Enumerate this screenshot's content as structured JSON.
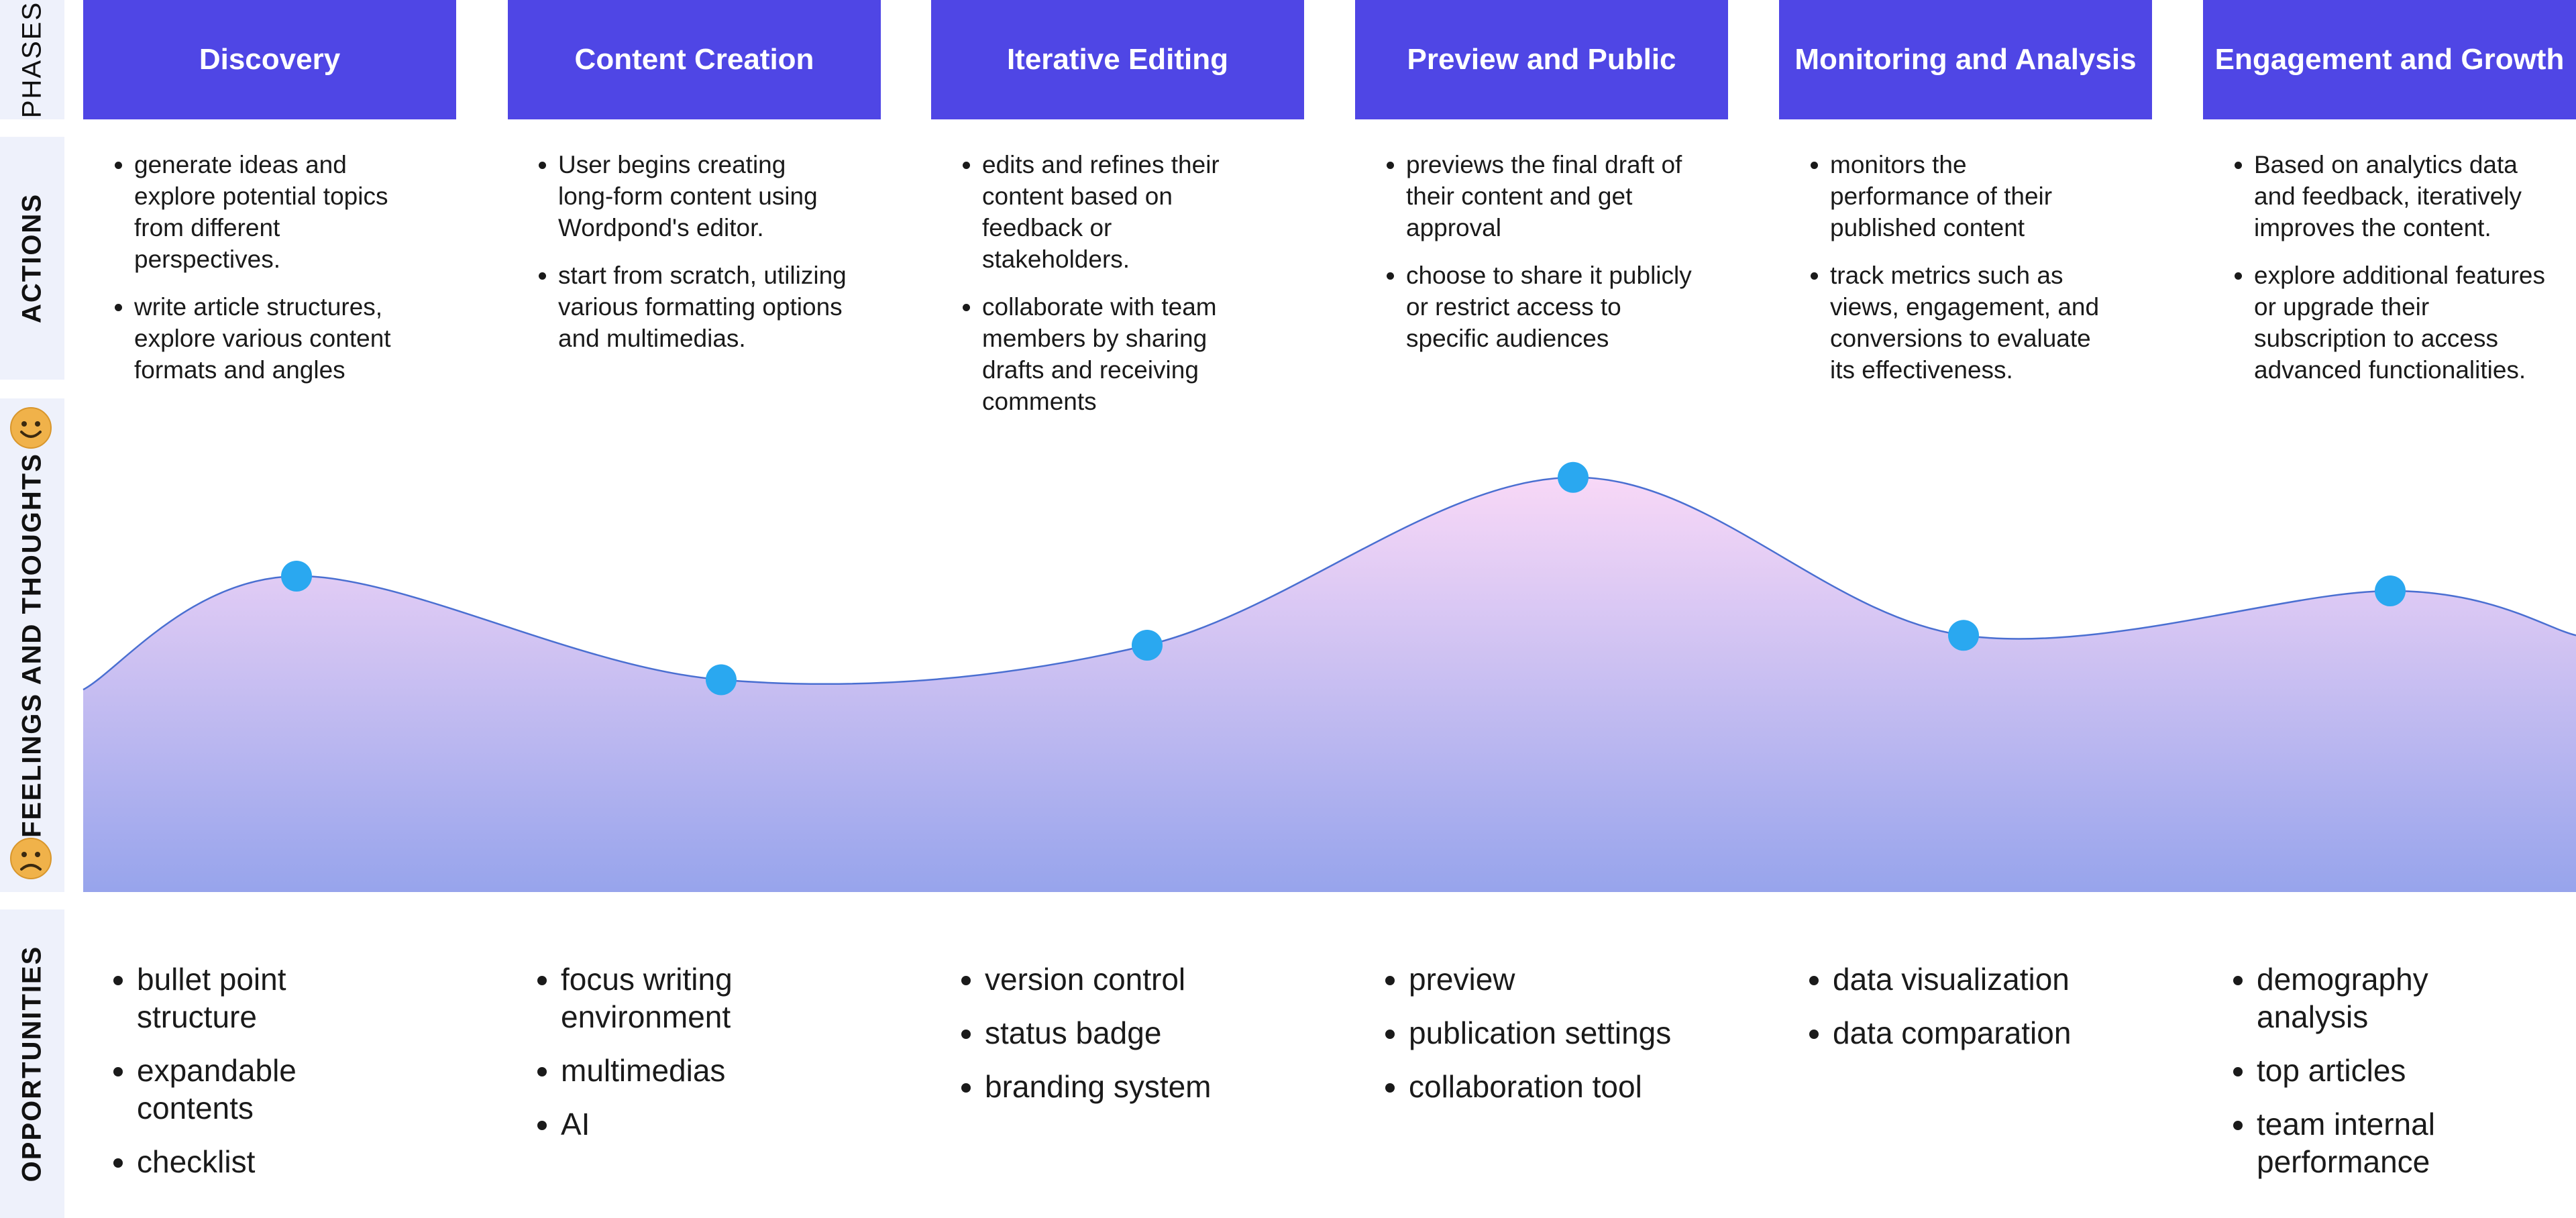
{
  "row_labels": {
    "phases": "PHASES",
    "actions": "ACTIONS",
    "feelings": "FEELINGS AND THOUGHTS",
    "opportunities": "OPPORTUNITIES"
  },
  "phases": [
    {
      "title": "Discovery",
      "actions": [
        "generate ideas and explore potential topics from different perspectives.",
        "write article structures, explore various content formats and angles"
      ],
      "opportunities": [
        "bullet point structure",
        "expandable contents",
        "checklist"
      ]
    },
    {
      "title": "Content Creation",
      "actions": [
        "User begins creating long-form content using Wordpond's editor.",
        "start from scratch, utilizing various formatting options and multimedias."
      ],
      "opportunities": [
        "focus writing environment",
        "multimedias",
        "AI"
      ]
    },
    {
      "title": "Iterative Editing",
      "actions": [
        "edits and refines their content based on feedback  or stakeholders.",
        "collaborate with team members by sharing drafts and receiving comments"
      ],
      "opportunities": [
        "version control",
        "status badge",
        "branding system"
      ]
    },
    {
      "title": "Preview and Public",
      "actions": [
        "previews the final draft of their content and get approval",
        "choose to share it publicly or restrict access to specific audiences"
      ],
      "opportunities": [
        "preview",
        "publication settings",
        "collaboration tool"
      ]
    },
    {
      "title": "Monitoring and Analysis",
      "actions": [
        "monitors the performance of their published content",
        "track metrics such as views, engagement, and conversions to evaluate its effectiveness."
      ],
      "opportunities": [
        "data visualization",
        "data comparation"
      ]
    },
    {
      "title": "Engagement and Growth",
      "actions": [
        "Based on analytics data and feedback, iteratively improves the content.",
        "explore additional features or upgrade their subscription to access advanced functionalities."
      ],
      "opportunities": [
        "demography analysis",
        "top articles",
        "team internal performance"
      ]
    }
  ],
  "chart_data": {
    "type": "area",
    "categories": [
      "Discovery",
      "Content Creation",
      "Iterative Editing",
      "Preview and Public",
      "Monitoring and Analysis",
      "Engagement and Growth"
    ],
    "values": [
      0.64,
      0.43,
      0.5,
      0.84,
      0.52,
      0.61
    ],
    "ylim": [
      0,
      1
    ],
    "y_scale_icons": {
      "top": "happy-face",
      "bottom": "sad-face"
    },
    "colors": {
      "line": "#4a6fd1",
      "marker": "#2aa8f0",
      "fill_top": "#f8d8f7",
      "fill_bottom": "#97a4ec"
    }
  },
  "colors": {
    "phase_header": "#4f46e5",
    "row_label_bg": "#eef1fb"
  }
}
